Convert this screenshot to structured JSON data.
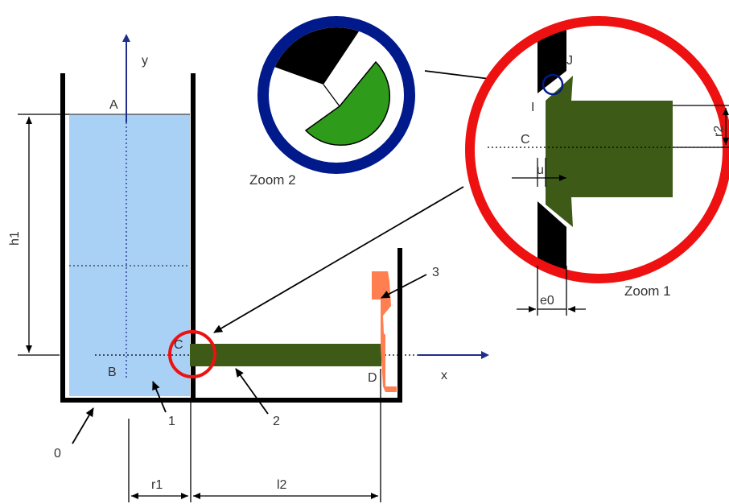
{
  "labels": {
    "axis_y": "y",
    "axis_x": "x",
    "point_a": "A",
    "point_b": "B",
    "point_c": "C",
    "point_d": "D",
    "point_c_zoom": "C",
    "point_i": "I",
    "point_j": "J",
    "dim_h1": "h1",
    "dim_r1": "r1",
    "dim_l2": "l2",
    "dim_r2": "r2",
    "dim_u": "u",
    "dim_e0": "e0",
    "part_0": "0",
    "part_1": "1",
    "part_2": "2",
    "part_3": "3",
    "zoom_1": "Zoom 1",
    "zoom_2": "Zoom 2"
  },
  "colors": {
    "water": "#a9d0f5",
    "rod": "#3e5a17",
    "piston": "#ff7f50",
    "wall": "#000000",
    "axis": "#1f2e8c",
    "zoom1_ring": "#ee1111",
    "zoom2_ring": "#001a8c",
    "zoom2_green": "#2e9b1a"
  }
}
